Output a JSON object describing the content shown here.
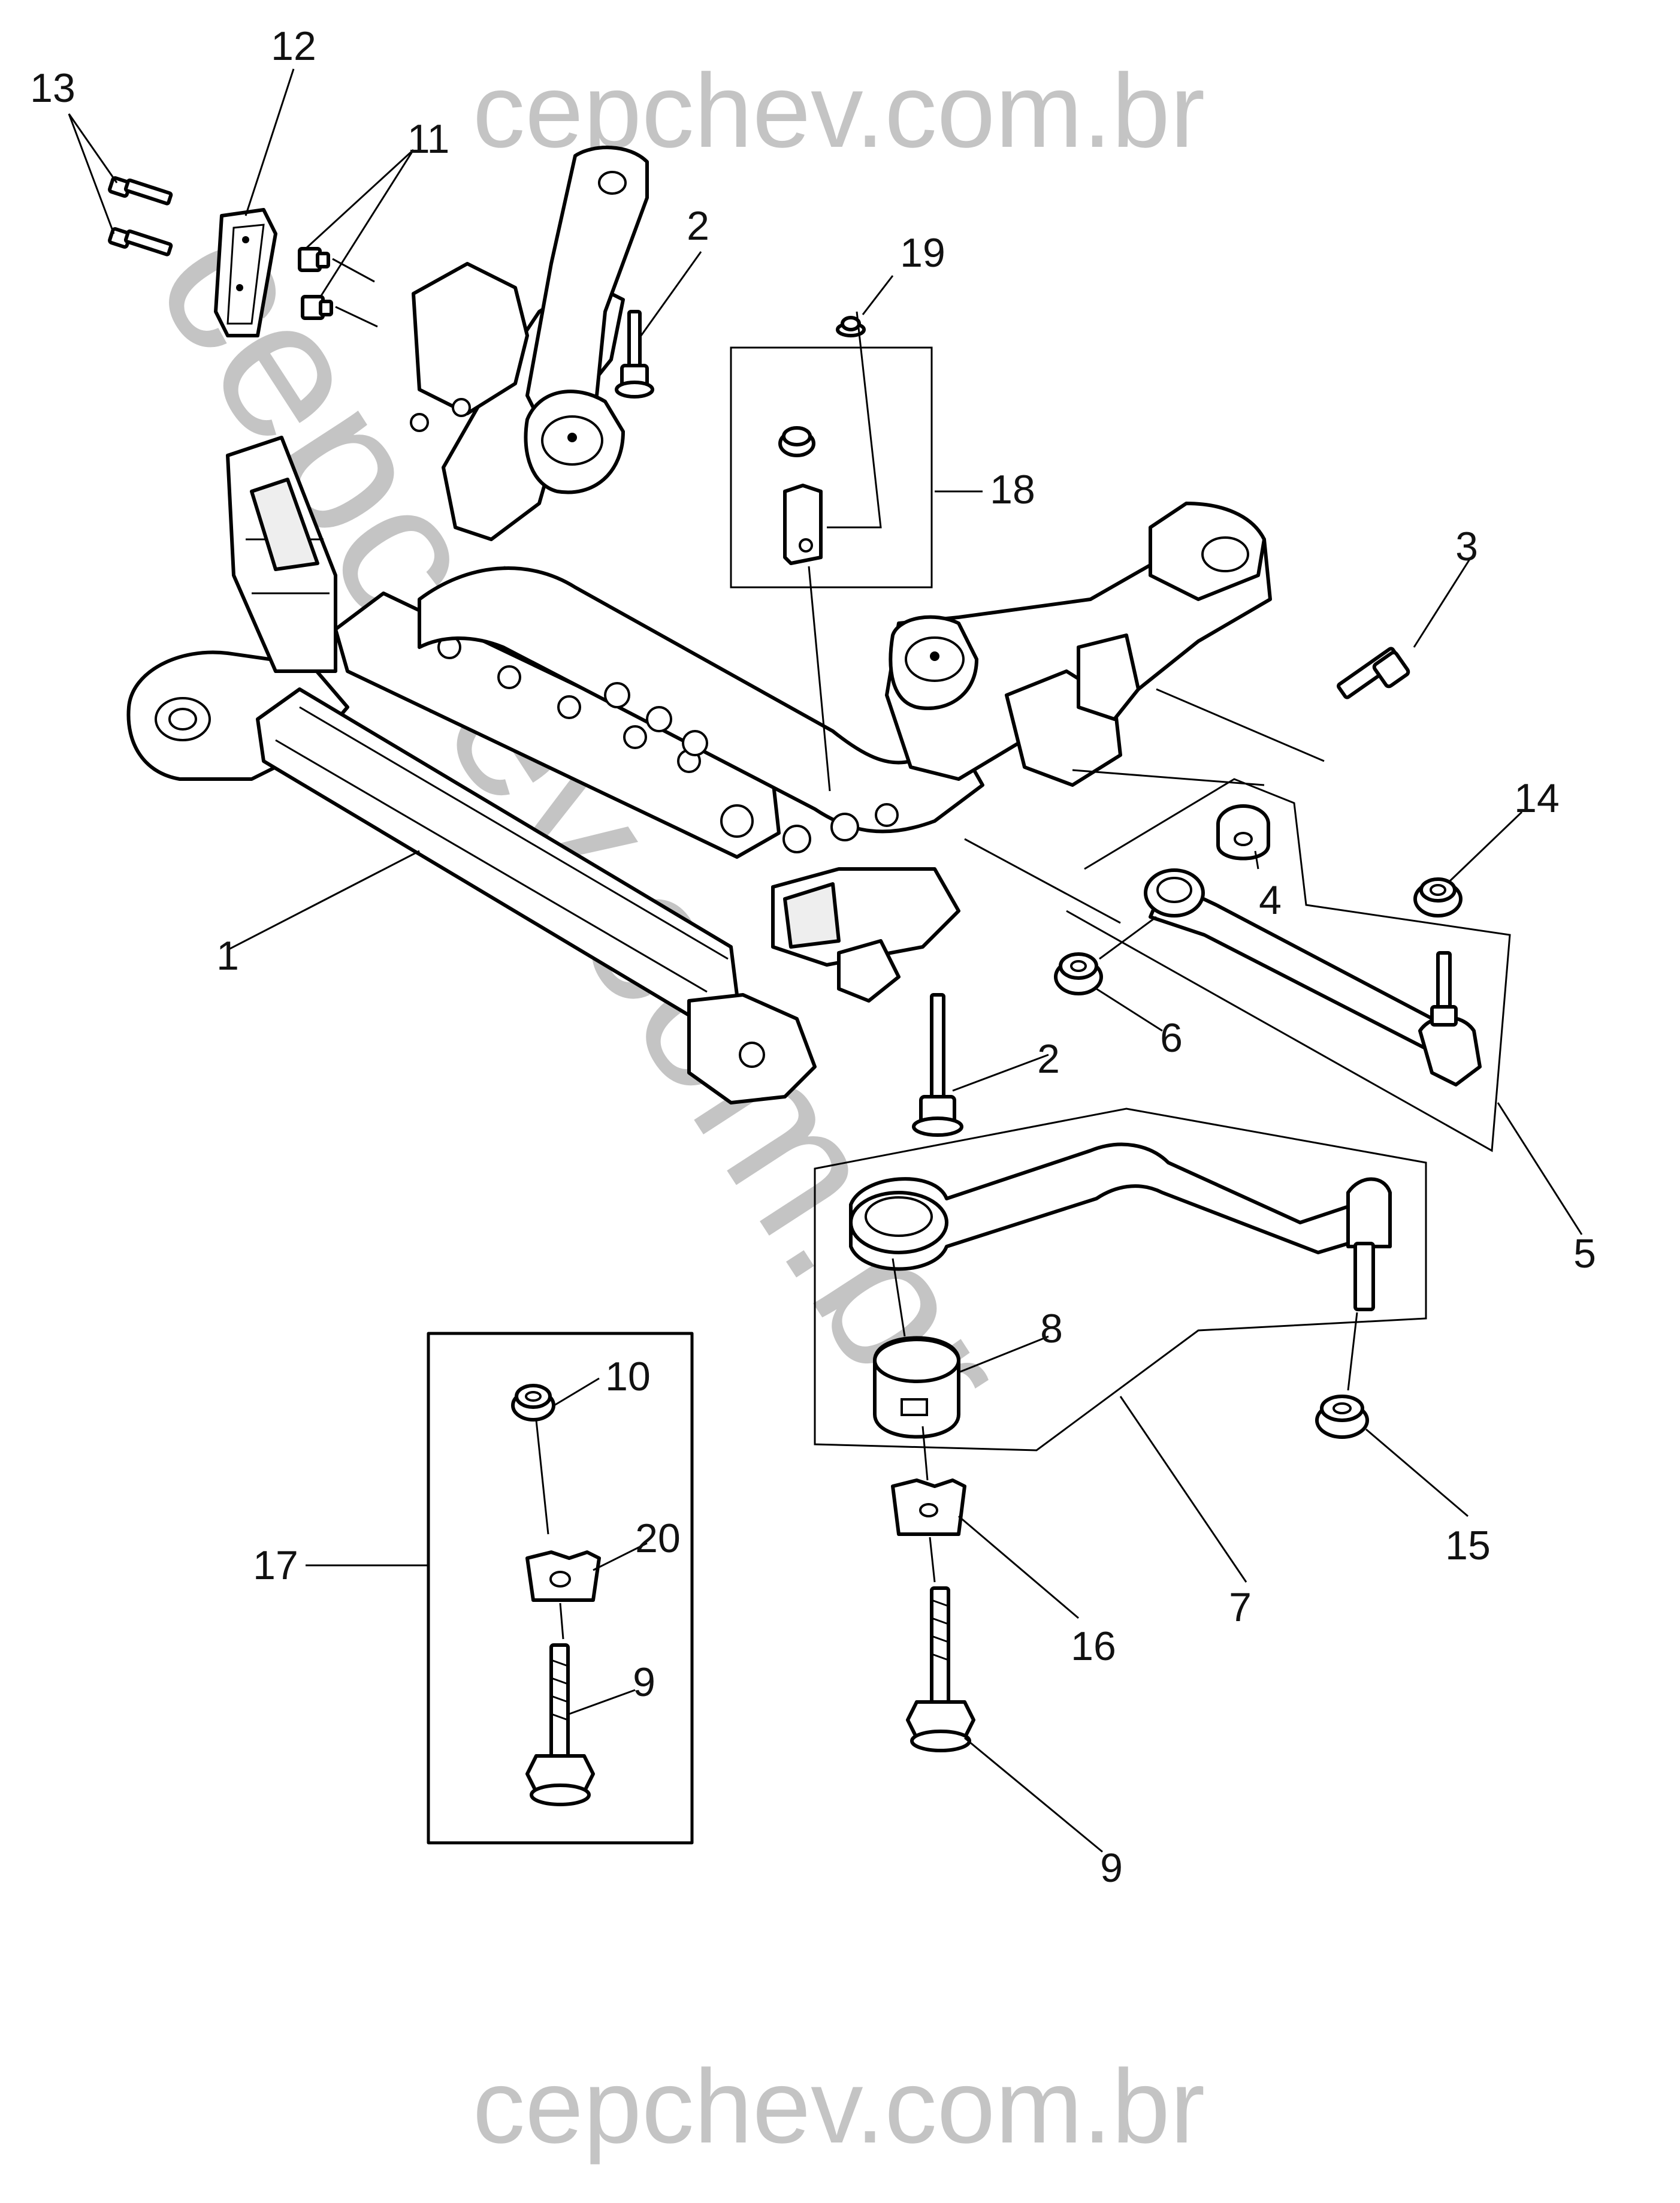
{
  "watermark": {
    "top": "cepchev.com.br",
    "bottom": "cepchev.com.br",
    "diagonal": "cepchev.com.br"
  },
  "callouts": {
    "c1": "1",
    "c2a": "2",
    "c2b": "2",
    "c3": "3",
    "c4": "4",
    "c5": "5",
    "c6": "6",
    "c7": "7",
    "c8": "8",
    "c9a": "9",
    "c9b": "9",
    "c10": "10",
    "c11": "11",
    "c12": "12",
    "c13": "13",
    "c14": "14",
    "c15": "15",
    "c16": "16",
    "c17": "17",
    "c18": "18",
    "c19": "19",
    "c20": "20"
  }
}
